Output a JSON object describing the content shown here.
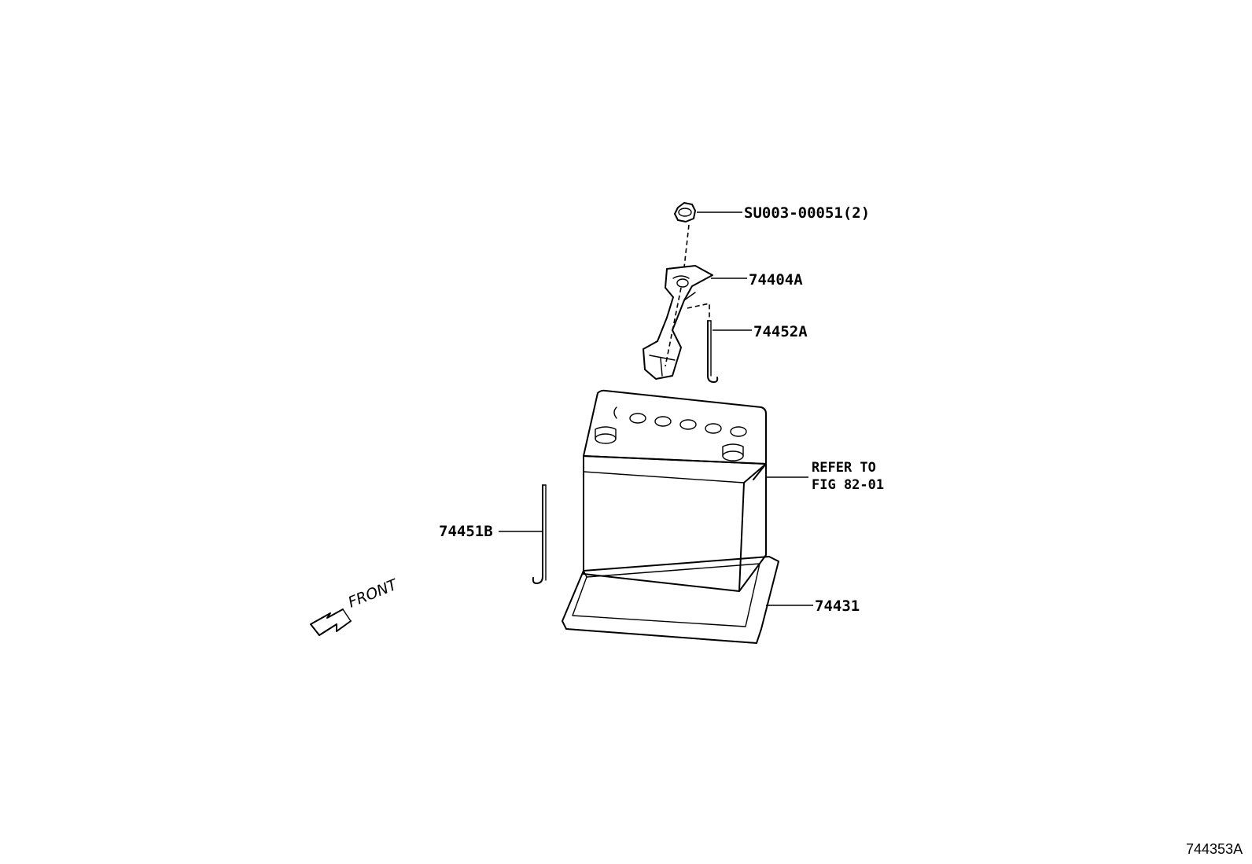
{
  "parts": {
    "nut": "SU003-00051(2)",
    "clamp": "74404A",
    "rod_short": "74452A",
    "battery_note_line1": "REFER TO",
    "battery_note_line2": "FIG 82-01",
    "rod_long": "74451B",
    "tray": "74431"
  },
  "direction": {
    "front": "FRONT"
  },
  "figure": {
    "id": "744353A"
  }
}
